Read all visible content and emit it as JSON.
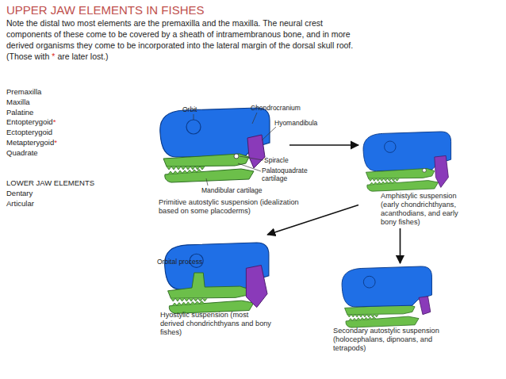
{
  "diagram": {
    "title": "UPPER JAW ELEMENTS IN FISHES",
    "nodes": [
      {
        "text": [
          "Primitive autostylic suspension (idealization based on some placoderms)"
        ]
      },
      {
        "text": [
          "Amphistylic suspension (early chondrichthyans, acanthodians, and early bony fishes)"
        ]
      },
      {
        "text": [
          "Hyostylic suspension (most derived chondrichthyans and bony fishes)"
        ]
      },
      {
        "text": [
          "Secondary autostylic suspension (holocephalans, dipnoans, and tetrapods)"
        ]
      }
    ],
    "edges": [
      {
        "from": 0,
        "to": 1,
        "arrow": "to"
      },
      {
        "from": 1,
        "to": 2,
        "arrow": "to"
      },
      {
        "from": 1,
        "to": 3,
        "arrow": "to"
      }
    ],
    "labels": [
      "Note the distal two most elements are the premaxilla and the maxilla. The neural crest components of these come to be covered by a sheath of intramembranous bone, and in more derived organisms they come to be incorporated into the lateral margin of the dorsal skull roof. (Those with",
      "*",
      "are later lost.)",
      "Premaxilla",
      "Maxilla",
      "Palatine",
      "Entopterygoid",
      "*",
      "Ectopterygoid",
      "Metapterygoid",
      "*",
      "Quadrate",
      "LOWER JAW ELEMENTS",
      "Dentary",
      "Articular",
      "Orbit",
      "Chondrocranium",
      "Hyomandibula",
      "Spiracle",
      "Palatoquadrate cartilage",
      "Mandibular cartilage",
      "Orbital process"
    ]
  }
}
